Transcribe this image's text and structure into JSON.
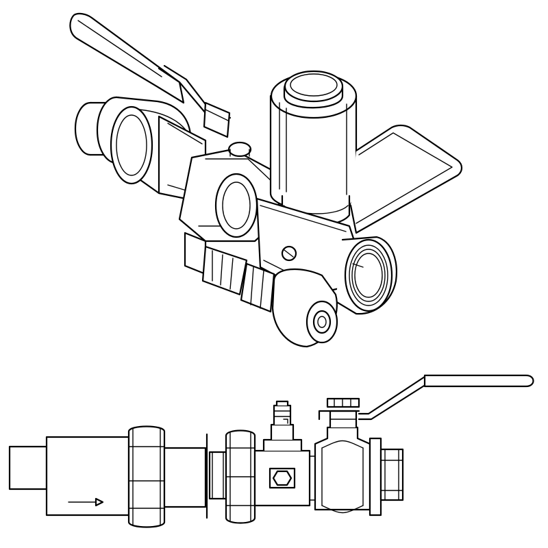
{
  "figure": {
    "background": "#ffffff",
    "line_color": "#000000",
    "views": [
      {
        "id": "isometric",
        "label": ""
      },
      {
        "id": "side-elevation",
        "label": ""
      }
    ],
    "flow_direction": "left-to-right"
  }
}
